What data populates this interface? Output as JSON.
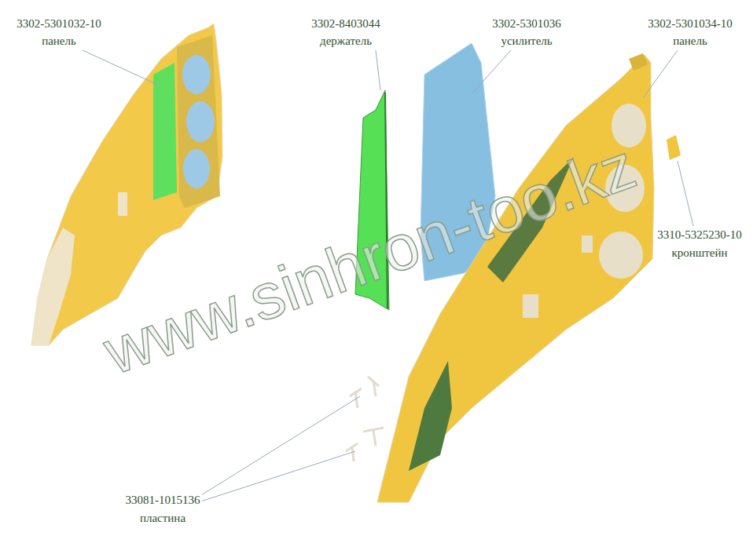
{
  "diagram": {
    "labels": [
      "3302-5301032-10",
      "панель",
      "3302-8403044",
      "держатель",
      "3302-5301036",
      "усилитель",
      "3302-5301034-10",
      "панель",
      "3310-5325230-10",
      "кронштейн",
      "33081-1015136",
      "пластина",
      "www.sinhron-too.kz"
    ]
  }
}
